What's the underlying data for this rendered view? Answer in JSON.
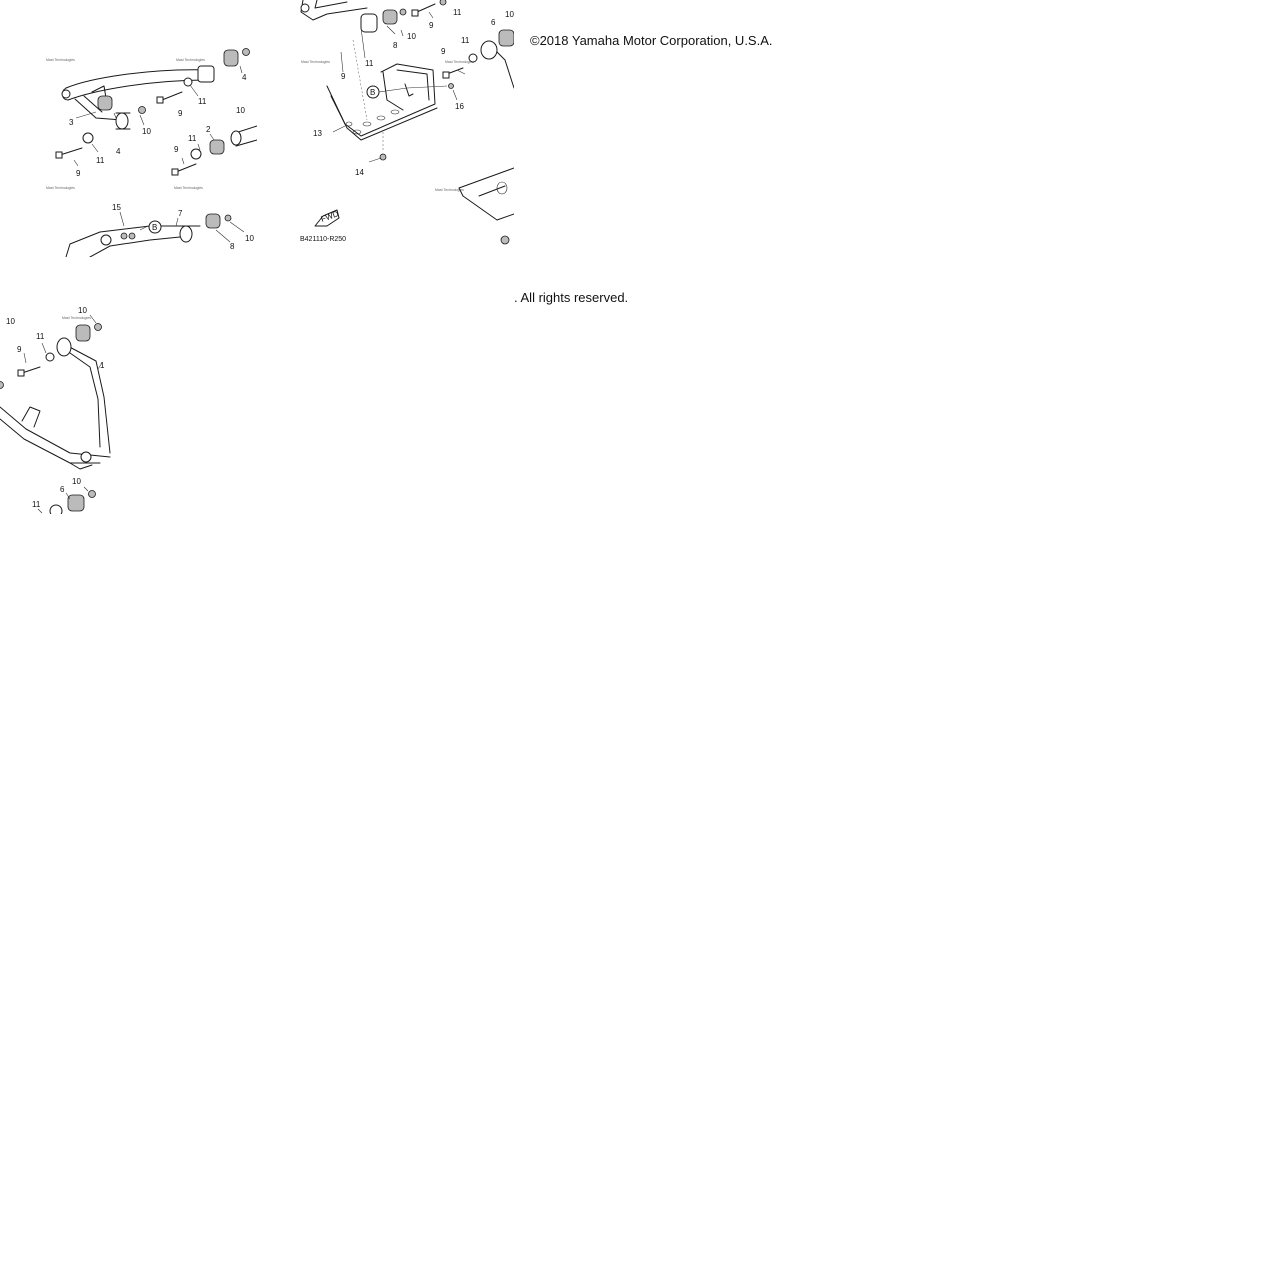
{
  "copyright": "©2018 Yamaha Motor Corporation, U.S.A.",
  "rights": ". All rights reserved.",
  "diagram_code": "B421110-R250",
  "fwd_label": "FWD",
  "callout_b": "B",
  "watermark": "Mast Technologies",
  "tile_a_labels": {
    "n3": "3",
    "n4": "4",
    "n4b": "4",
    "n9": "9",
    "n9b": "9",
    "n9c": "9",
    "n10": "10",
    "n10b": "10",
    "n10c": "10",
    "n11": "11",
    "n11b": "11",
    "n11c": "11",
    "n2": "2",
    "n15": "15",
    "n7": "7",
    "n8": "8"
  },
  "tile_b_labels": {
    "n11": "11",
    "n10": "10",
    "n9": "9",
    "n8": "8",
    "n11b": "11",
    "n9b": "9",
    "n6": "6",
    "n10b": "10",
    "n11c": "11",
    "n9c": "9",
    "n13": "13",
    "n16": "16",
    "n14": "14"
  },
  "tile_c_labels": {
    "n10": "10",
    "n10b": "10",
    "n11": "11",
    "n9": "9",
    "n1": "1",
    "n6": "6",
    "n10c": "10",
    "n11b": "11"
  }
}
